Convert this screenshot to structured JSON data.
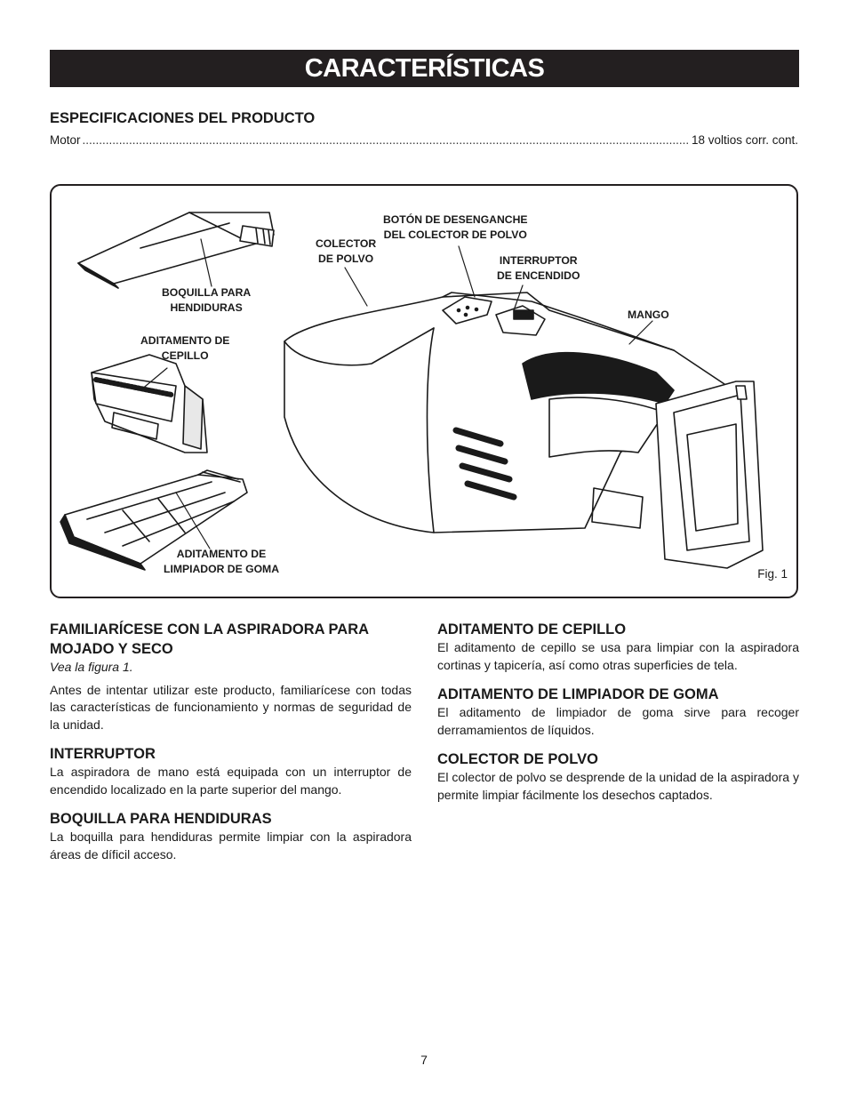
{
  "header": {
    "title": "CARACTERÍSTICAS"
  },
  "specs": {
    "heading": "ESPECIFICACIONES DEL PRODUCTO",
    "rows": [
      {
        "label": "Motor",
        "value": "18 voltios corr. cont."
      }
    ]
  },
  "figure": {
    "labels": {
      "boquilla": "BOQUILLA PARA\nHENDIDURAS",
      "cepillo": "ADITAMENTO DE\nCEPILLO",
      "goma": "ADITAMENTO DE\nLIMPIADOR DE GOMA",
      "colector": "COLECTOR\nDE POLVO",
      "boton": "BOTÓN DE DESENGANCHE\nDEL COLECTOR DE POLVO",
      "interruptor": "INTERRUPTOR\nDE ENCENDIDO",
      "mango": "MANGO"
    },
    "caption": "Fig. 1"
  },
  "left_col": {
    "h1": "FAMILIARÍCESE CON LA ASPIRADORA PARA MOJADO Y SECO",
    "h1_sub": "Vea la figura 1.",
    "p1": "Antes de intentar utilizar este producto, familiarícese con todas las características de funcionamiento y normas de seguridad de la unidad.",
    "h2": "INTERRUPTOR",
    "p2": "La aspiradora de mano está equipada con un interruptor de encendido localizado en la parte superior del mango.",
    "h3": "BOQUILLA PARA HENDIDURAS",
    "p3": "La boquilla para hendiduras permite limpiar con la aspiradora áreas de díficil acceso."
  },
  "right_col": {
    "h1": "ADITAMENTO DE CEPILLO",
    "p1": "El aditamento de cepillo se usa para limpiar con la aspiradora cortinas y tapicería, así como otras superficies de tela.",
    "h2": "ADITAMENTO DE LIMPIADOR DE GOMA",
    "p2": "El aditamento de limpiador de goma sirve para recoger derramamientos de líquidos.",
    "h3": "COLECTOR DE POLVO",
    "p3": "El colector de polvo se desprende de la unidad de la aspiradora y permite limpiar fácilmente los desechos captados."
  },
  "footer": {
    "page": "7"
  }
}
